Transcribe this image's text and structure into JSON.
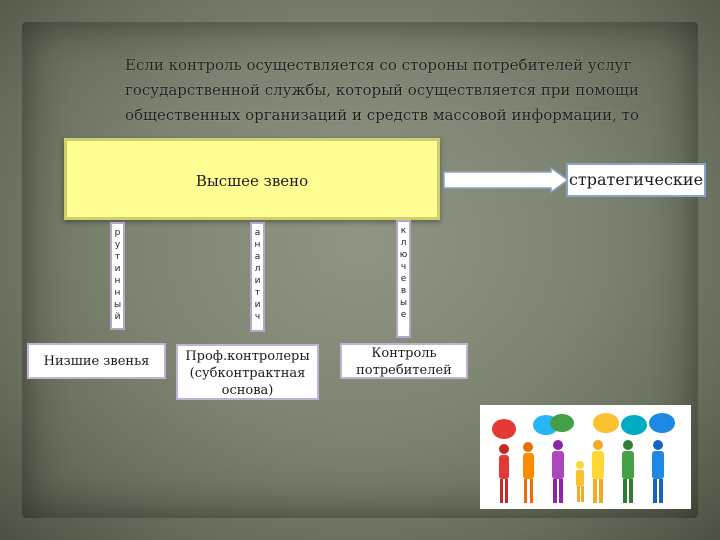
{
  "title_lines": [
    "Если контроль осуществляется со стороны потребителей услуг",
    "государственной службы, который осуществляется при помощи",
    "общественных организаций и средств массовой информации, то"
  ],
  "top_box": "Высшее звено",
  "right_box": "стратегические",
  "connectors": {
    "left": [
      "р",
      "у",
      "т",
      "и",
      "н",
      "н",
      "ы",
      "й"
    ],
    "middle": [
      "а",
      "н",
      "а",
      "л",
      "и",
      "т",
      "и",
      "ч"
    ],
    "right": [
      "к",
      "л",
      "ю",
      "ч",
      "е",
      "в",
      "ы",
      "е"
    ]
  },
  "bottom_boxes": {
    "left": [
      "Низшие звенья"
    ],
    "middle": [
      "Проф.контролеры",
      "(субконтрактная",
      "основа)"
    ],
    "right": [
      "Контроль",
      "потребителей"
    ]
  },
  "colors": {
    "top_box_fill": "#ffff94",
    "arrow_fill": "#ffffff",
    "accent_border": "#8aa3c6"
  },
  "illustration": "people-with-speech-bubbles-icon"
}
